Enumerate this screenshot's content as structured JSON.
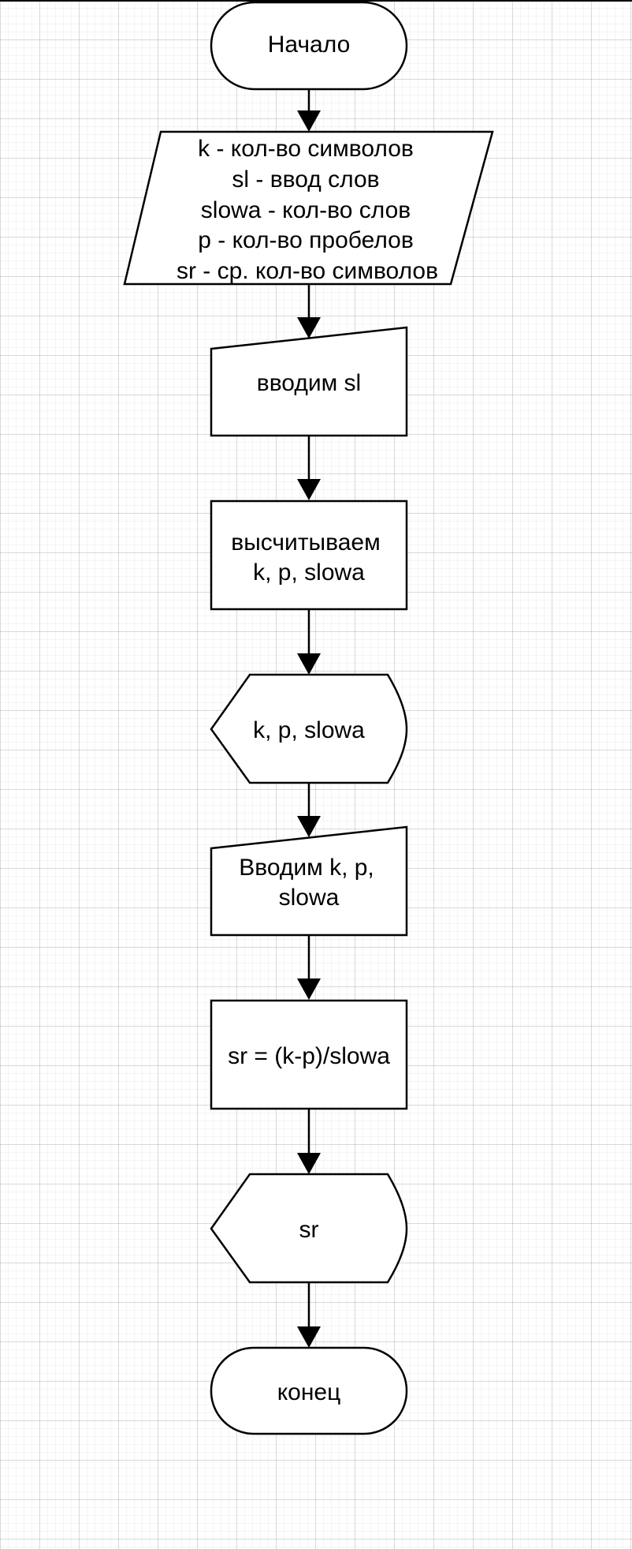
{
  "flowchart": {
    "start": "Начало",
    "variables": [
      "k - кол-во символов",
      "sl - ввод слов",
      "slowa - кол-во слов",
      "p - кол-во пробелов",
      "sr - ср. кол-во символов"
    ],
    "input_sl": "вводим sl",
    "compute": [
      "высчитываем",
      "k, p, slowa"
    ],
    "display_kps": "k, p, slowa",
    "input_kps": [
      "Вводим k, p,",
      "slowa"
    ],
    "formula": "sr = (k-p)/slowa",
    "display_sr": "sr",
    "end": "конец"
  }
}
